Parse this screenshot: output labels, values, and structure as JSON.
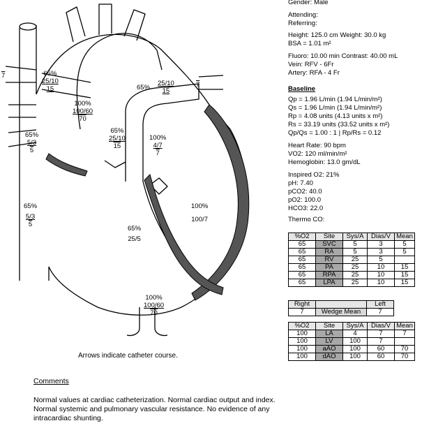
{
  "patient": {
    "gender": "Gender: Male",
    "attending": "Attending:",
    "referring": "Referring:",
    "height_weight": "Height: 125.0 cm  Weight: 30.0 kg",
    "bsa": "BSA = 1.01 m²",
    "fluoro": "Fluoro: 10.00 min  Contrast: 40.00 mL",
    "vein": "Vein: RFV - 6Fr",
    "artery": "Artery: RFA - 4 Fr"
  },
  "baseline": {
    "title": "Baseline",
    "qp": "Qp = 1.96 L/min (1.94 L/min/m²)",
    "qs": "Qs = 1.96 L/min (1.94 L/min/m²)",
    "rp": "Rp = 4.08 units (4.13 units x m²)",
    "rs": "Rs = 33.19 units (33.52 units x m²)",
    "ratio": "Qp/Qs = 1.00  : 1  |  Rp/Rs = 0.12",
    "heart_rate": "Heart Rate: 90 bpm",
    "vo2": "VO2: 120 ml/min/m²",
    "hemoglobin": "Hemoglobin: 13.0 gm/dL",
    "inspired": "Inspired O2: 21%",
    "ph": "pH: 7.40",
    "pco2": "pCO2: 40.0",
    "po2": "pO2: 100.0",
    "hco3": "HCO3: 22.0",
    "thermo": "Thermo CO:"
  },
  "table1": {
    "headers": [
      "%O2",
      "Site",
      "Sys/A",
      "Dias/V",
      "Mean"
    ],
    "rows": [
      [
        "65",
        "SVC",
        "5",
        "3",
        "5"
      ],
      [
        "65",
        "RA",
        "5",
        "3",
        "5"
      ],
      [
        "65",
        "RV",
        "25",
        "5",
        ""
      ],
      [
        "65",
        "PA",
        "25",
        "10",
        "15"
      ],
      [
        "65",
        "RPA",
        "25",
        "10",
        "15"
      ],
      [
        "65",
        "LPA",
        "25",
        "10",
        "15"
      ]
    ]
  },
  "wedge": {
    "right_label": "Right",
    "left_label": "Left",
    "right_value": "7",
    "mid_label": "Wedge Mean",
    "left_value": "7"
  },
  "table2": {
    "headers": [
      "%O2",
      "Site",
      "Sys/A",
      "Dias/V",
      "Mean"
    ],
    "rows": [
      [
        "100",
        "LA",
        "4",
        "7",
        "7"
      ],
      [
        "100",
        "LV",
        "100",
        "7",
        ""
      ],
      [
        "100",
        "aAO",
        "100",
        "60",
        "70"
      ],
      [
        "100",
        "dAO",
        "100",
        "60",
        "70"
      ]
    ]
  },
  "diagram": {
    "labels": {
      "far_left_rpv": "7",
      "rpa_sat": "65%",
      "rpa_p1": "25/10",
      "rpa_p2": "15",
      "aao_sat": "100%",
      "aao_p1": "100/60",
      "aao_p2": "70",
      "lpa_sat": "65%",
      "lpa_p1": "25/10",
      "lpa_p2": "15",
      "lpv": "7",
      "svc_sat": "65%",
      "svc_p1": "5/3",
      "svc_p2": "5",
      "pa_sat": "65%",
      "pa_p1": "25/10",
      "pa_p2": "15",
      "la_sat": "100%",
      "la_p1": "4/7",
      "la_p2": "7",
      "ra_sat": "65%",
      "ra_p1": "5/3",
      "ra_p2": "5",
      "rv_sat": "65%",
      "rv_p1": "25/5",
      "lv_sat": "100%",
      "lv_p1": "100/7",
      "dao_sat": "100%",
      "dao_p1": "100/60",
      "dao_p2": "70"
    },
    "caption": "Arrows indicate catheter course."
  },
  "comments": {
    "title": "Comments",
    "text": "Normal values at cardiac catheterization. Normal cardiac output and index. Normal systemic and pulmonary vascular resistance. No evidence of any intracardiac shunting."
  }
}
